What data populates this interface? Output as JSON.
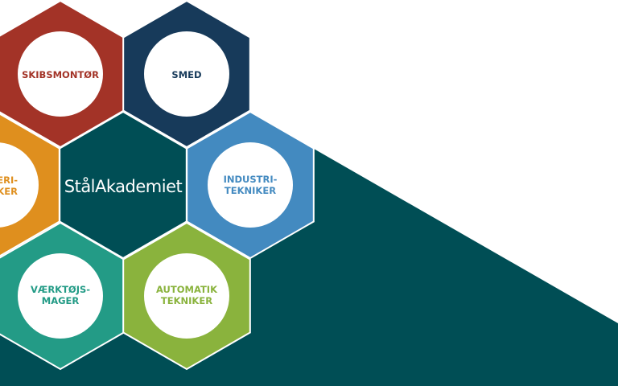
{
  "logo": {
    "text": "StålAkademiet"
  },
  "colors": {
    "background_band": "#004E55",
    "outline": "#FFFFFF"
  },
  "tiles": [
    {
      "id": "skibsmontor",
      "lines": [
        "SKIBSMONTØR"
      ],
      "color": "#A33327"
    },
    {
      "id": "smed",
      "lines": [
        "SMED"
      ],
      "color": "#173A5A"
    },
    {
      "id": "partial-left",
      "lines": [
        "ERI-",
        "KER"
      ],
      "color": "#DF8F1E"
    },
    {
      "id": "industritekniker",
      "lines": [
        "INDUSTRI-",
        "TEKNIKER"
      ],
      "color": "#438AC0"
    },
    {
      "id": "vaerktojsmager",
      "lines": [
        "VÆRKTØJS-",
        "MAGER"
      ],
      "color": "#239B86"
    },
    {
      "id": "automatiktekniker",
      "lines": [
        "AUTOMATIK",
        "TEKNIKER"
      ],
      "color": "#8AB33D"
    }
  ]
}
